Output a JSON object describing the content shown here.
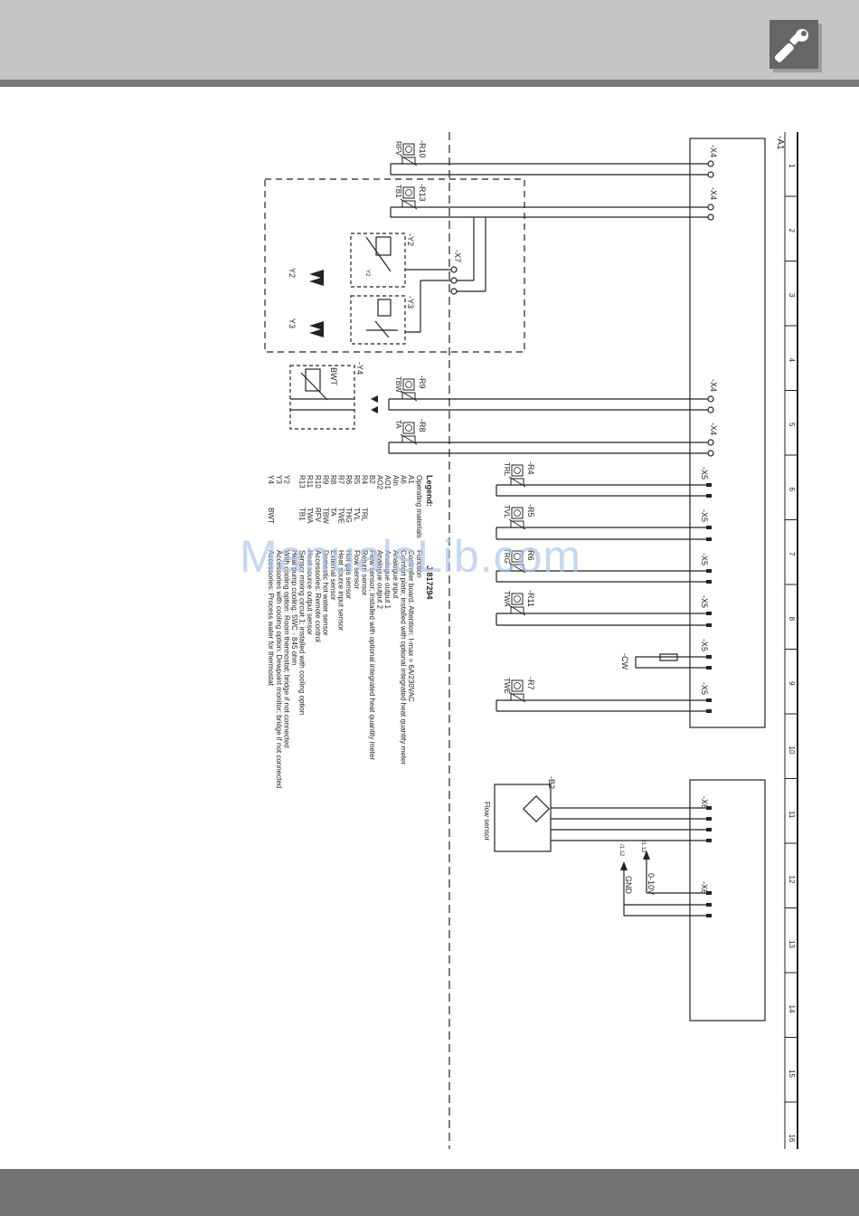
{
  "header": {
    "icon": "wrench-icon"
  },
  "diagram": {
    "board_ref": "-A1",
    "column_numbers": [
      "1",
      "2",
      "3",
      "4",
      "5",
      "6",
      "7",
      "8",
      "9",
      "10",
      "11",
      "12",
      "13",
      "14",
      "15",
      "16"
    ],
    "terminals": {
      "x4": "-X4",
      "x5": "-X5",
      "x6": "-X6",
      "x7": "-X7"
    },
    "sensors": [
      {
        "ref": "-R10",
        "name": "RFV"
      },
      {
        "ref": "-R13",
        "name": "TB1"
      },
      {
        "ref": "-R9",
        "name": "TBW"
      },
      {
        "ref": "-R8",
        "name": "TA"
      },
      {
        "ref": "-R4",
        "name": "TRL"
      },
      {
        "ref": "-R5",
        "name": "TVL"
      },
      {
        "ref": "-R6",
        "name": "TRG"
      },
      {
        "ref": "-R11",
        "name": "TWA"
      },
      {
        "ref": "-R7",
        "name": "TWE"
      }
    ],
    "valves": {
      "y2": "-Y2",
      "y3": "-Y3",
      "y4": "-Y4",
      "y2_label": "Y2",
      "y3_label": "Y3",
      "y2_inner": "Y2",
      "bwt": "BWT"
    },
    "cw": "-CW",
    "flow_sensor": {
      "ref": "-B2",
      "label": "Flow sensor"
    },
    "signals": {
      "v010": "0-10V",
      "gnd": "GND",
      "ref1": "/1.12",
      "ref2": "/1.12"
    }
  },
  "legend": {
    "title": "Legend:",
    "doc_number": "J  817294",
    "header_materials": "Operating materials",
    "header_function": "Function",
    "rows": [
      {
        "code": "A1",
        "name": "",
        "function": "Controller board. Attention: I-max = 6A/230VAC"
      },
      {
        "code": "A6",
        "name": "",
        "function": "Comfort plate; installed with optional integrated heat quantity meter"
      },
      {
        "code": "AIn",
        "name": "",
        "function": "Analogue input"
      },
      {
        "code": "AO1",
        "name": "",
        "function": "Analogue output 1"
      },
      {
        "code": "AO2",
        "name": "",
        "function": "Analogue output 2"
      },
      {
        "code": "B2",
        "name": "",
        "function": "Flow sensor; installed with optional integrated heat quantity meter"
      },
      {
        "code": "R4",
        "name": "TRL",
        "function": "Return sensor"
      },
      {
        "code": "R5",
        "name": "TVL",
        "function": "Flow sensor"
      },
      {
        "code": "R6",
        "name": "THG",
        "function": "Hot gas sensor"
      },
      {
        "code": "R7",
        "name": "TWE",
        "function": "Heat source input sensor"
      },
      {
        "code": "R8",
        "name": "TA",
        "function": "External sensor"
      },
      {
        "code": "R9",
        "name": "TBW",
        "function": "Domestic hot water sensor"
      },
      {
        "code": "R10",
        "name": "RFV",
        "function": "Accessories: Remote control"
      },
      {
        "code": "R11",
        "name": "TWA",
        "function": "Heat source output sensor"
      },
      {
        "code": "R13",
        "name": "TB1",
        "function": "Sensor mixing circuit 1; installed with cooling option"
      },
      {
        "code": "",
        "name": "",
        "function": "Heat pump cooling: 5WC - 845 ohm"
      },
      {
        "code": "Y2",
        "name": "",
        "function": "With cooling option: Room thermostat; bridge if not connected"
      },
      {
        "code": "Y3",
        "name": "",
        "function": "Accessories with cooling option: Dewpoint monitor; bridge if not connected"
      },
      {
        "code": "Y4",
        "name": "BWT",
        "function": "Accessories: Process water for thermostat"
      }
    ]
  },
  "watermark": "ManualsLib.com"
}
